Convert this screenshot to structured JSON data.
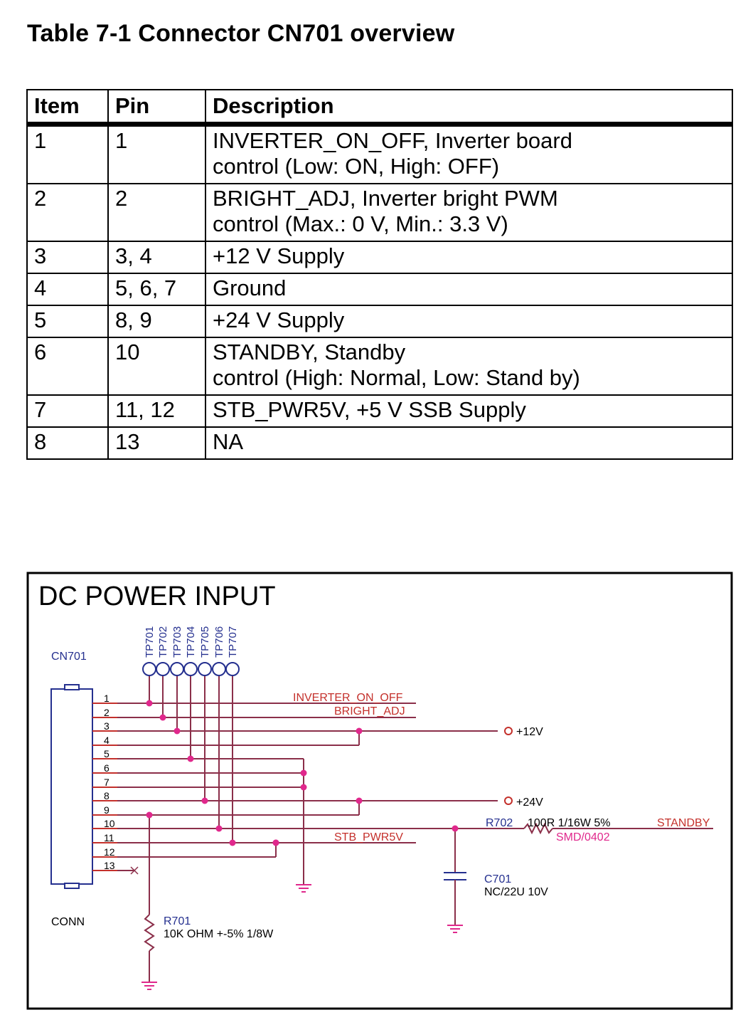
{
  "title": "Table 7-1 Connector CN701 overview",
  "table": {
    "headers": [
      "Item",
      "Pin",
      "Description"
    ],
    "rows": [
      {
        "item": "1",
        "pin": "1",
        "description": "INVERTER_ON_OFF, Inverter board\ncontrol (Low: ON, High: OFF)"
      },
      {
        "item": "2",
        "pin": "2",
        "description": "BRIGHT_ADJ, Inverter bright PWM\ncontrol (Max.: 0 V, Min.: 3.3 V)"
      },
      {
        "item": "3",
        "pin": "3, 4",
        "description": "+12 V Supply"
      },
      {
        "item": "4",
        "pin": "5, 6, 7",
        "description": "Ground"
      },
      {
        "item": "5",
        "pin": "8, 9",
        "description": "+24 V Supply"
      },
      {
        "item": "6",
        "pin": "10",
        "description": "STANDBY, Standby\ncontrol (High: Normal, Low: Stand by)"
      },
      {
        "item": "7",
        "pin": "11, 12",
        "description": "STB_PWR5V, +5 V SSB Supply"
      },
      {
        "item": "8",
        "pin": "13",
        "description": "NA"
      }
    ]
  },
  "schematic": {
    "title": "DC POWER INPUT",
    "connector_ref": "CN701",
    "connector_type": "CONN",
    "pins": [
      "1",
      "2",
      "3",
      "4",
      "5",
      "6",
      "7",
      "8",
      "9",
      "10",
      "11",
      "12",
      "13"
    ],
    "test_points": [
      "TP701",
      "TP702",
      "TP703",
      "TP704",
      "TP705",
      "TP706",
      "TP707"
    ],
    "nets": {
      "inverter": "INVERTER_ON_OFF",
      "bright": "BRIGHT_ADJ",
      "v12": "+12V",
      "v24": "+24V",
      "stb": "STB_PWR5V",
      "standby": "STANDBY"
    },
    "r701": {
      "ref": "R701",
      "value": "10K OHM +-5% 1/8W"
    },
    "r702": {
      "ref": "R702",
      "value": "100R 1/16W 5%",
      "package": "SMD/0402"
    },
    "c701": {
      "ref": "C701",
      "value": "NC/22U 10V"
    },
    "colors": {
      "wire": "#8b2f4a",
      "net_label": "#c4302b",
      "ref_label": "#25308f",
      "dot": "#e0288c"
    }
  }
}
